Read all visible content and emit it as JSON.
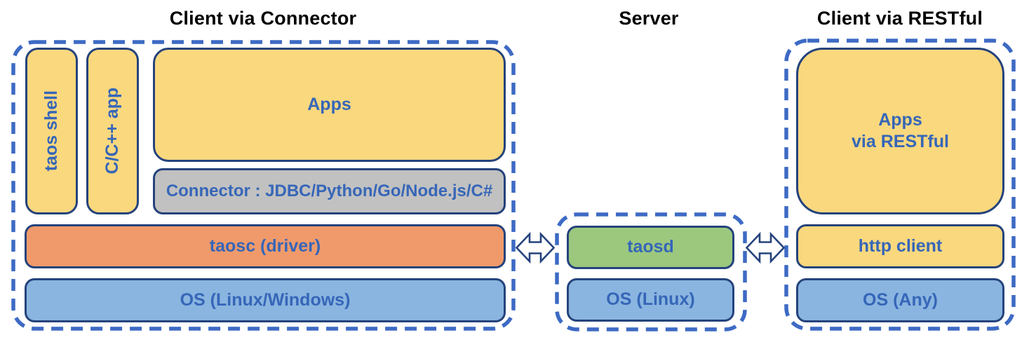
{
  "diagram": {
    "palette": {
      "box_yellow": "#FAD87E",
      "box_gray": "#C1C1C1",
      "box_orange": "#F09A6B",
      "box_blue": "#8AB5E0",
      "box_green": "#9CC87E",
      "label_blue": "#3666B8",
      "box_border_navy": "#25437C",
      "dashed_border_blue": "#3D6AC4",
      "title_black": "#000000"
    },
    "sections": {
      "connector": {
        "title": "Client via Connector",
        "boxes": {
          "taos_shell": "taos shell",
          "cpp_app": "C/C++ app",
          "apps": "Apps",
          "connector": "Connector : JDBC/Python/Go/Node.js/C#",
          "taosc": "taosc (driver)",
          "os": "OS (Linux/Windows)"
        }
      },
      "server": {
        "title": "Server",
        "boxes": {
          "taosd": "taosd",
          "os": "OS (Linux)"
        }
      },
      "restful": {
        "title": "Client via RESTful",
        "boxes": {
          "apps": "Apps\nvia RESTful",
          "http_client": "http client",
          "os": "OS (Any)"
        }
      }
    },
    "icons": {
      "left_link": "double-headed-arrow-icon",
      "right_link": "double-headed-arrow-icon"
    }
  }
}
